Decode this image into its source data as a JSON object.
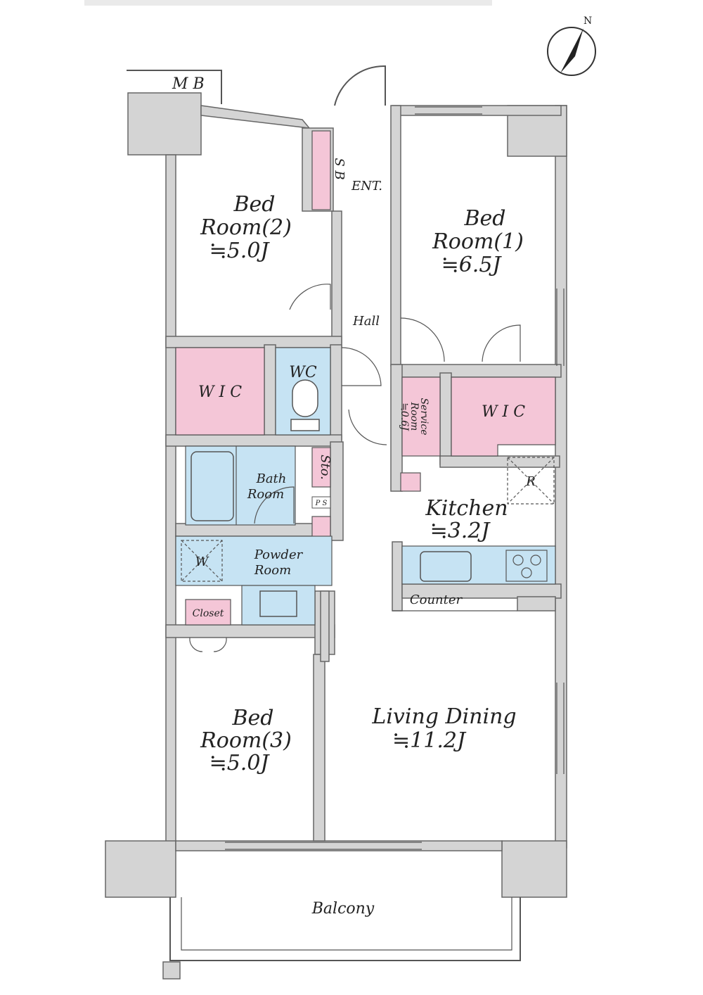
{
  "compass": {
    "label": "N"
  },
  "labels": {
    "mb": "M B",
    "sb": "S B",
    "ent": "ENT.",
    "bed2": [
      "Bed",
      "Room(2)",
      "≒5.0J"
    ],
    "bed1": [
      "Bed",
      "Room(1)",
      "≒6.5J"
    ],
    "bed3": [
      "Bed",
      "Room(3)",
      "≒5.0J"
    ],
    "hall": "Hall",
    "wic_left": "W I C",
    "wic_right": "W I C",
    "wc": "WC",
    "service": [
      "Service",
      "Room",
      "≒0.6J"
    ],
    "sto": "Sto.",
    "bath": [
      "Bath",
      "Room"
    ],
    "ps": "P S",
    "kitchen": [
      "Kitchen",
      "≒3.2J"
    ],
    "r": "R",
    "w": "W",
    "powder": [
      "Powder",
      "Room"
    ],
    "counter": "Counter",
    "closet": "Closet",
    "living": [
      "Living Dining",
      "≒11.2J"
    ],
    "balcony": "Balcony"
  },
  "colors": {
    "pink": "#f4c6d7",
    "blue": "#c6e3f3",
    "wall": "#d4d4d4",
    "line": "#555555"
  }
}
